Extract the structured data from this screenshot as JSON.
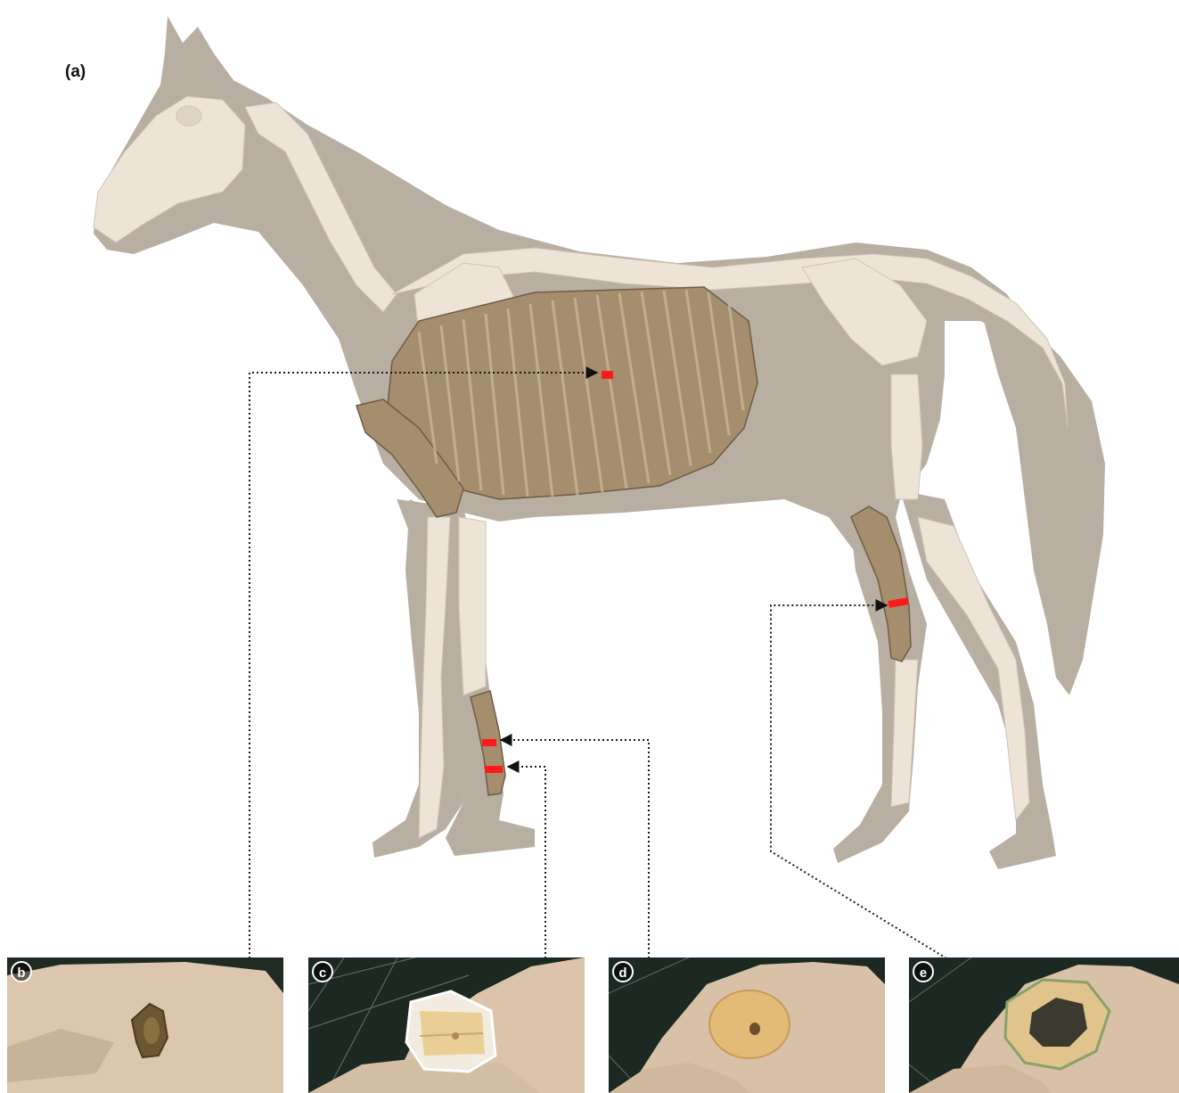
{
  "panel_a_label": "(a)",
  "panels": [
    {
      "id": "b",
      "label": "b"
    },
    {
      "id": "c",
      "label": "c"
    },
    {
      "id": "d",
      "label": "d"
    },
    {
      "id": "e",
      "label": "e"
    }
  ],
  "colors": {
    "silhouette": "#b8ada1",
    "skeleton": "#ece3d6",
    "highlighted_bone": "#a28c6c",
    "section_marker": "#ff1a1a",
    "leader_line": "#222222",
    "photo_background": "#1d2a22",
    "glove": "#d9c5ad"
  }
}
